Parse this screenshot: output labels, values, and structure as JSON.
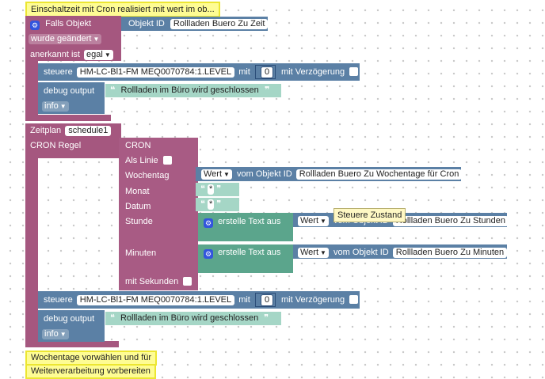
{
  "comments": {
    "top": "Einschaltzeit mit Cron realisiert mit wert im ob...",
    "bottom_line1": "Wochentage vorwählen und für",
    "bottom_line2": "Weiterverarbeitung vorbereiten"
  },
  "trigger": {
    "falls_objekt": "Falls Objekt",
    "objekt_id_label": "Objekt ID",
    "objekt_id_value": "Rollladen Buero Zu Zeit",
    "wurde_label": "wurde geändert",
    "anerkannt_label": "anerkannt ist",
    "anerkannt_value": "egal"
  },
  "control1": {
    "steuere": "steuere",
    "device": "HM-LC-Bl1-FM MEQ0070784:1.LEVEL",
    "mit": "mit",
    "value": "0",
    "verzoegerung": "mit Verzögerung"
  },
  "debug1": {
    "label": "debug output",
    "text": "Rollladen im Büro wird geschlossen",
    "level": "info"
  },
  "schedule": {
    "zeitplan": "Zeitplan",
    "name": "schedule1",
    "cron_regel": "CRON Regel"
  },
  "cron": {
    "title": "CRON",
    "als_linie": "Als Linie",
    "wochentag": "Wochentag",
    "monat": "Monat",
    "datum": "Datum",
    "stunde": "Stunde",
    "minuten": "Minuten",
    "mit_sekunden": "mit Sekunden"
  },
  "wochentag_block": {
    "wert": "Wert",
    "vom_objekt": "vom Objekt ID",
    "objekt": "Rollladen Buero Zu Wochentage für Cron"
  },
  "monat_value": "*",
  "datum_value": "*",
  "stunde_block": {
    "erstelle": "erstelle Text aus",
    "wert": "Wert",
    "vom_objekt": "vom Objekt ID",
    "objekt": "Rollladen Buero Zu Stunden"
  },
  "minuten_block": {
    "erstelle": "erstelle Text aus",
    "wert": "Wert",
    "vom_objekt": "vom Objekt ID",
    "objekt": "Rollladen Buero Zu Minuten"
  },
  "tooltip": "Steuere Zustand",
  "control2": {
    "steuere": "steuere",
    "device": "HM-LC-Bl1-FM MEQ0070784:1.LEVEL",
    "mit": "mit",
    "value": "0",
    "verzoegerung": "mit Verzögerung"
  },
  "debug2": {
    "label": "debug output",
    "text": "Rollladen im Büro wird geschlossen",
    "level": "info"
  },
  "colors": {
    "event_block": "#a5577f",
    "action_block": "#5b80a5",
    "text_block": "#a5d6c6",
    "text_func_block": "#5ba58c",
    "comment": "#fefc94"
  }
}
